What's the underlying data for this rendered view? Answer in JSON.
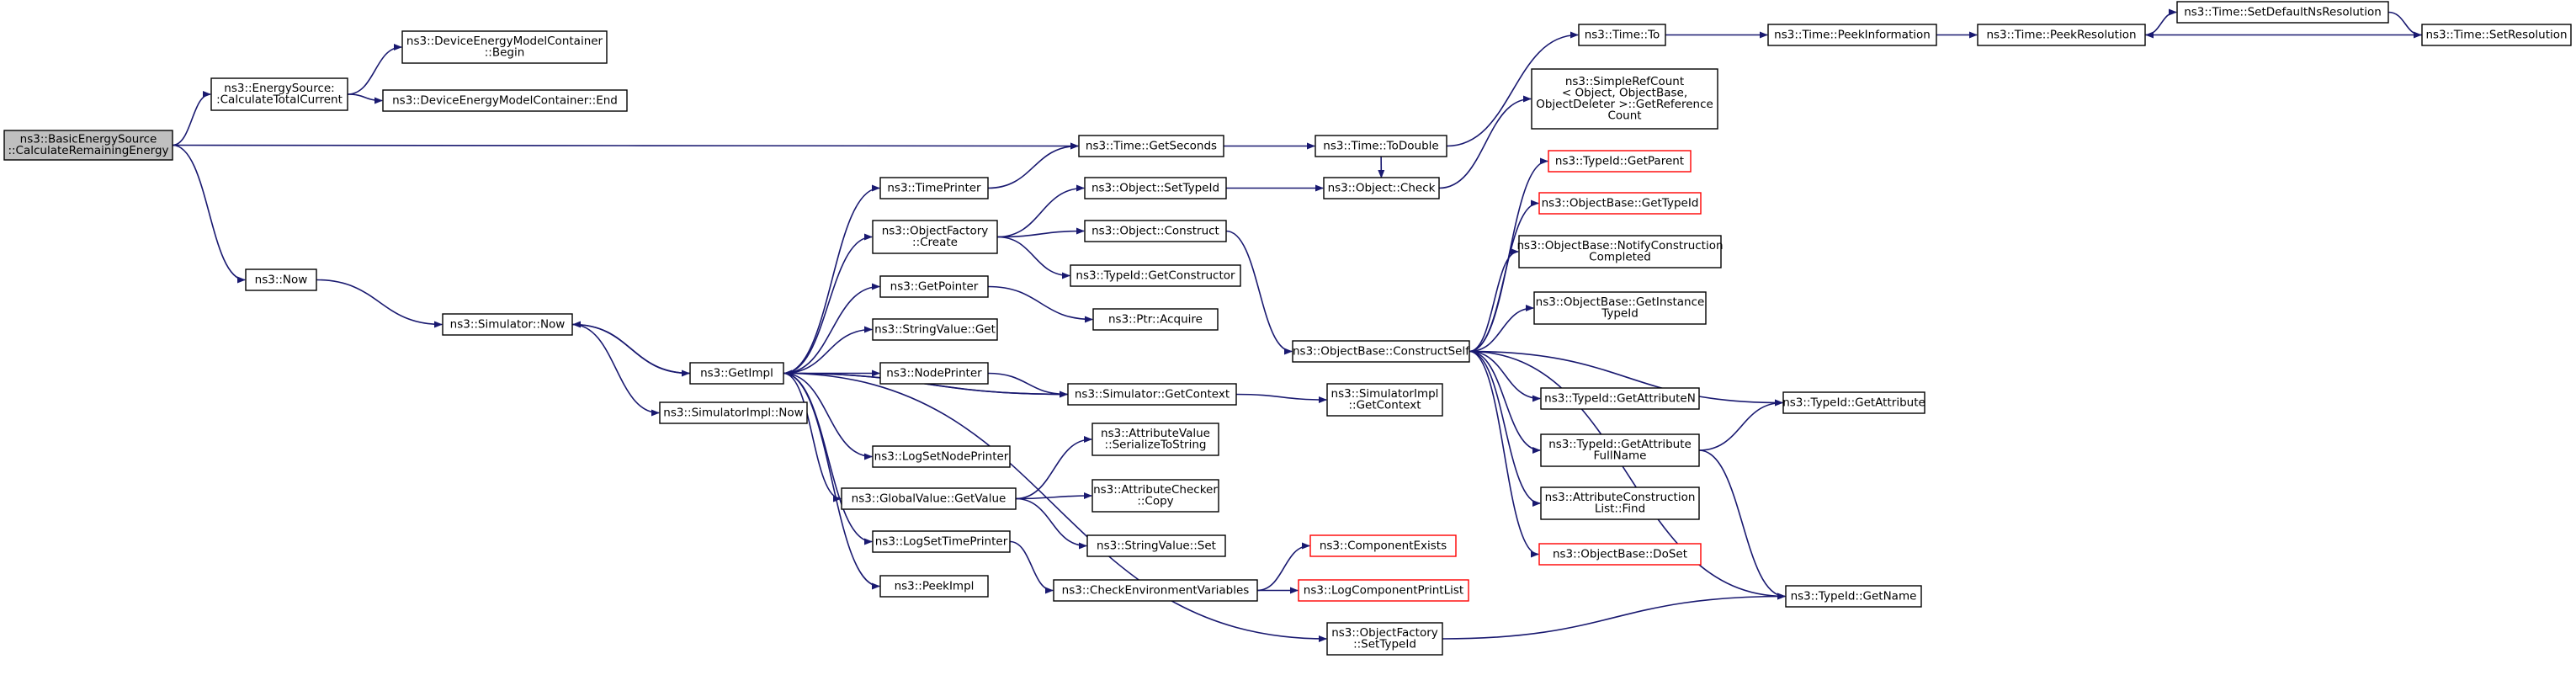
{
  "colors": {
    "edge": "#191970",
    "node_border": "#000000",
    "node_border_unresolved": "#ff0000",
    "root_fill": "#bfbfbf",
    "node_fill": "#ffffff"
  },
  "nodes": [
    {
      "id": "root",
      "lines": [
        "ns3::BasicEnergySource",
        "::CalculateRemainingEnergy"
      ],
      "kind": "root"
    },
    {
      "id": "escalc",
      "lines": [
        "ns3::EnergySource:",
        ":CalculateTotalCurrent"
      ],
      "kind": "normal"
    },
    {
      "id": "dembegin",
      "lines": [
        "ns3::DeviceEnergyModelContainer",
        "::Begin"
      ],
      "kind": "normal"
    },
    {
      "id": "demend",
      "lines": [
        "ns3::DeviceEnergyModelContainer::End"
      ],
      "kind": "normal"
    },
    {
      "id": "getseconds",
      "lines": [
        "ns3::Time::GetSeconds"
      ],
      "kind": "normal"
    },
    {
      "id": "todouble",
      "lines": [
        "ns3::Time::ToDouble"
      ],
      "kind": "normal"
    },
    {
      "id": "timeto",
      "lines": [
        "ns3::Time::To"
      ],
      "kind": "normal"
    },
    {
      "id": "peekinfo",
      "lines": [
        "ns3::Time::PeekInformation"
      ],
      "kind": "normal"
    },
    {
      "id": "peekres",
      "lines": [
        "ns3::Time::PeekResolution"
      ],
      "kind": "normal"
    },
    {
      "id": "setdefres",
      "lines": [
        "ns3::Time::SetDefaultNsResolution"
      ],
      "kind": "normal"
    },
    {
      "id": "setres",
      "lines": [
        "ns3::Time::SetResolution"
      ],
      "kind": "normal"
    },
    {
      "id": "simplerefcount",
      "lines": [
        "ns3::SimpleRefCount",
        "< Object, ObjectBase,",
        "ObjectDeleter >::GetReference",
        "Count"
      ],
      "kind": "normal"
    },
    {
      "id": "now",
      "lines": [
        "ns3::Now"
      ],
      "kind": "normal"
    },
    {
      "id": "simnow",
      "lines": [
        "ns3::Simulator::Now"
      ],
      "kind": "normal"
    },
    {
      "id": "getimpl",
      "lines": [
        "ns3::GetImpl"
      ],
      "kind": "normal"
    },
    {
      "id": "simimplnow",
      "lines": [
        "ns3::SimulatorImpl::Now"
      ],
      "kind": "normal"
    },
    {
      "id": "timeprinter",
      "lines": [
        "ns3::TimePrinter"
      ],
      "kind": "normal"
    },
    {
      "id": "objfactorycreate",
      "lines": [
        "ns3::ObjectFactory",
        "::Create"
      ],
      "kind": "normal"
    },
    {
      "id": "getpointer",
      "lines": [
        "ns3::GetPointer"
      ],
      "kind": "normal"
    },
    {
      "id": "stringvalueget",
      "lines": [
        "ns3::StringValue::Get"
      ],
      "kind": "normal"
    },
    {
      "id": "nodeprinter",
      "lines": [
        "ns3::NodePrinter"
      ],
      "kind": "normal"
    },
    {
      "id": "logsetnodeprinter",
      "lines": [
        "ns3::LogSetNodePrinter"
      ],
      "kind": "normal"
    },
    {
      "id": "globalvalueget",
      "lines": [
        "ns3::GlobalValue::GetValue"
      ],
      "kind": "normal"
    },
    {
      "id": "logsettimeprinter",
      "lines": [
        "ns3::LogSetTimePrinter"
      ],
      "kind": "normal"
    },
    {
      "id": "peekimpl",
      "lines": [
        "ns3::PeekImpl"
      ],
      "kind": "normal"
    },
    {
      "id": "objsettypeid",
      "lines": [
        "ns3::Object::SetTypeId"
      ],
      "kind": "normal"
    },
    {
      "id": "objconstruct",
      "lines": [
        "ns3::Object::Construct"
      ],
      "kind": "normal"
    },
    {
      "id": "typeidgetctor",
      "lines": [
        "ns3::TypeId::GetConstructor"
      ],
      "kind": "normal"
    },
    {
      "id": "ptracquire",
      "lines": [
        "ns3::Ptr::Acquire"
      ],
      "kind": "normal"
    },
    {
      "id": "simgetcontext",
      "lines": [
        "ns3::Simulator::GetContext"
      ],
      "kind": "normal"
    },
    {
      "id": "attrserialize",
      "lines": [
        "ns3::AttributeValue",
        "::SerializeToString"
      ],
      "kind": "normal"
    },
    {
      "id": "attrcheckercopy",
      "lines": [
        "ns3::AttributeChecker",
        "::Copy"
      ],
      "kind": "normal"
    },
    {
      "id": "stringvalueset",
      "lines": [
        "ns3::StringValue::Set"
      ],
      "kind": "normal"
    },
    {
      "id": "checkenv",
      "lines": [
        "ns3::CheckEnvironmentVariables"
      ],
      "kind": "normal"
    },
    {
      "id": "objcheck",
      "lines": [
        "ns3::Object::Check"
      ],
      "kind": "normal"
    },
    {
      "id": "constructself",
      "lines": [
        "ns3::ObjectBase::ConstructSelf"
      ],
      "kind": "normal"
    },
    {
      "id": "simimplgetcontext",
      "lines": [
        "ns3::SimulatorImpl",
        "::GetContext"
      ],
      "kind": "normal"
    },
    {
      "id": "objfactorysettypeid",
      "lines": [
        "ns3::ObjectFactory",
        "::SetTypeId"
      ],
      "kind": "normal"
    },
    {
      "id": "componentexists",
      "lines": [
        "ns3::ComponentExists"
      ],
      "kind": "unresolved"
    },
    {
      "id": "logcomponentprintlist",
      "lines": [
        "ns3::LogComponentPrintList"
      ],
      "kind": "unresolved"
    },
    {
      "id": "typeidgetparent",
      "lines": [
        "ns3::TypeId::GetParent"
      ],
      "kind": "unresolved"
    },
    {
      "id": "objbasegettypeid",
      "lines": [
        "ns3::ObjectBase::GetTypeId"
      ],
      "kind": "unresolved"
    },
    {
      "id": "notifyconstruction",
      "lines": [
        "ns3::ObjectBase::NotifyConstruction",
        "Completed"
      ],
      "kind": "normal"
    },
    {
      "id": "getinstancetypeid",
      "lines": [
        "ns3::ObjectBase::GetInstance",
        "TypeId"
      ],
      "kind": "normal"
    },
    {
      "id": "getattributen",
      "lines": [
        "ns3::TypeId::GetAttributeN"
      ],
      "kind": "normal"
    },
    {
      "id": "getattributefullname",
      "lines": [
        "ns3::TypeId::GetAttribute",
        "FullName"
      ],
      "kind": "normal"
    },
    {
      "id": "attrconstructionlistfind",
      "lines": [
        "ns3::AttributeConstruction",
        "List::Find"
      ],
      "kind": "normal"
    },
    {
      "id": "objbasedoset",
      "lines": [
        "ns3::ObjectBase::DoSet"
      ],
      "kind": "unresolved"
    },
    {
      "id": "typeidgetattribute",
      "lines": [
        "ns3::TypeId::GetAttribute"
      ],
      "kind": "normal"
    },
    {
      "id": "typeidgetname",
      "lines": [
        "ns3::TypeId::GetName"
      ],
      "kind": "normal"
    }
  ],
  "edges": [
    {
      "from": "root",
      "to": "escalc"
    },
    {
      "from": "root",
      "to": "getseconds"
    },
    {
      "from": "root",
      "to": "now"
    },
    {
      "from": "escalc",
      "to": "dembegin"
    },
    {
      "from": "escalc",
      "to": "demend"
    },
    {
      "from": "getseconds",
      "to": "todouble"
    },
    {
      "from": "todouble",
      "to": "timeto"
    },
    {
      "from": "todouble",
      "to": "objcheck"
    },
    {
      "from": "timeto",
      "to": "peekinfo"
    },
    {
      "from": "peekinfo",
      "to": "peekres"
    },
    {
      "from": "peekres",
      "to": "setdefres"
    },
    {
      "from": "setdefres",
      "to": "setres"
    },
    {
      "from": "setres",
      "to": "peekres"
    },
    {
      "from": "objcheck",
      "to": "simplerefcount"
    },
    {
      "from": "now",
      "to": "simnow"
    },
    {
      "from": "simnow",
      "to": "getimpl"
    },
    {
      "from": "simnow",
      "to": "simimplnow"
    },
    {
      "from": "timeprinter",
      "to": "getseconds"
    },
    {
      "from": "getimpl",
      "to": "simnow"
    },
    {
      "from": "getimpl",
      "to": "timeprinter"
    },
    {
      "from": "getimpl",
      "to": "objfactorycreate"
    },
    {
      "from": "getimpl",
      "to": "getpointer"
    },
    {
      "from": "getimpl",
      "to": "stringvalueget"
    },
    {
      "from": "getimpl",
      "to": "nodeprinter"
    },
    {
      "from": "getimpl",
      "to": "simgetcontext"
    },
    {
      "from": "getimpl",
      "to": "logsetnodeprinter"
    },
    {
      "from": "getimpl",
      "to": "globalvalueget"
    },
    {
      "from": "getimpl",
      "to": "logsettimeprinter"
    },
    {
      "from": "getimpl",
      "to": "peekimpl"
    },
    {
      "from": "getimpl",
      "to": "objfactorysettypeid"
    },
    {
      "from": "objfactorycreate",
      "to": "objsettypeid"
    },
    {
      "from": "objfactorycreate",
      "to": "objconstruct"
    },
    {
      "from": "objfactorycreate",
      "to": "typeidgetctor"
    },
    {
      "from": "objsettypeid",
      "to": "objcheck"
    },
    {
      "from": "objconstruct",
      "to": "constructself"
    },
    {
      "from": "getpointer",
      "to": "ptracquire"
    },
    {
      "from": "nodeprinter",
      "to": "simgetcontext"
    },
    {
      "from": "simgetcontext",
      "to": "getimpl"
    },
    {
      "from": "simgetcontext",
      "to": "simimplgetcontext"
    },
    {
      "from": "globalvalueget",
      "to": "attrserialize"
    },
    {
      "from": "globalvalueget",
      "to": "attrcheckercopy"
    },
    {
      "from": "globalvalueget",
      "to": "stringvalueset"
    },
    {
      "from": "logsettimeprinter",
      "to": "checkenv"
    },
    {
      "from": "checkenv",
      "to": "componentexists"
    },
    {
      "from": "checkenv",
      "to": "logcomponentprintlist"
    },
    {
      "from": "constructself",
      "to": "typeidgetparent"
    },
    {
      "from": "constructself",
      "to": "objbasegettypeid"
    },
    {
      "from": "constructself",
      "to": "notifyconstruction"
    },
    {
      "from": "constructself",
      "to": "getinstancetypeid"
    },
    {
      "from": "constructself",
      "to": "getattributen"
    },
    {
      "from": "constructself",
      "to": "typeidgetattribute"
    },
    {
      "from": "constructself",
      "to": "getattributefullname"
    },
    {
      "from": "constructself",
      "to": "attrconstructionlistfind"
    },
    {
      "from": "constructself",
      "to": "objbasedoset"
    },
    {
      "from": "constructself",
      "to": "typeidgetname"
    },
    {
      "from": "getattributefullname",
      "to": "typeidgetattribute"
    },
    {
      "from": "getattributefullname",
      "to": "typeidgetname"
    },
    {
      "from": "objfactorysettypeid",
      "to": "typeidgetname"
    }
  ]
}
